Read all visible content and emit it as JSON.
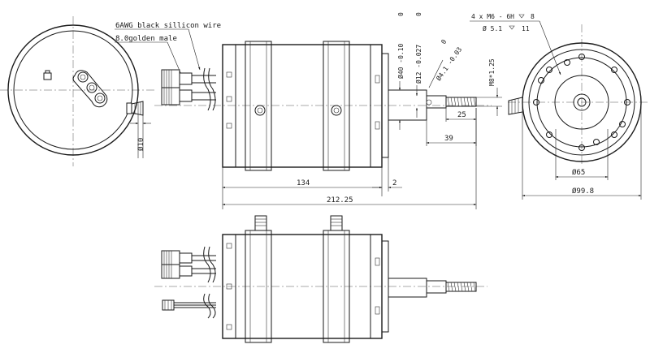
{
  "labels": {
    "wire": "6AWG black sillicon wire",
    "connector": "8.0golden male",
    "mount_holes": "4 x  M6 - 6H",
    "mount_depth": "8",
    "counterbore": "Ø 5.1",
    "counterbore_depth": "11",
    "thread": "M8*1.25",
    "tol_zero_a": "0",
    "dia40": "Ø40 -0.10",
    "tol_zero_b": "0",
    "dia12": "Ø12 -0.027",
    "tol_zero_c": "0",
    "dia4": "Ø4.1 -0.03",
    "dia10": "Ø10",
    "len25": "25",
    "len39": "39",
    "len134": "134",
    "len2": "2",
    "len212": "212.25",
    "dia65": "Ø65",
    "dia99": "Ø99.8"
  }
}
